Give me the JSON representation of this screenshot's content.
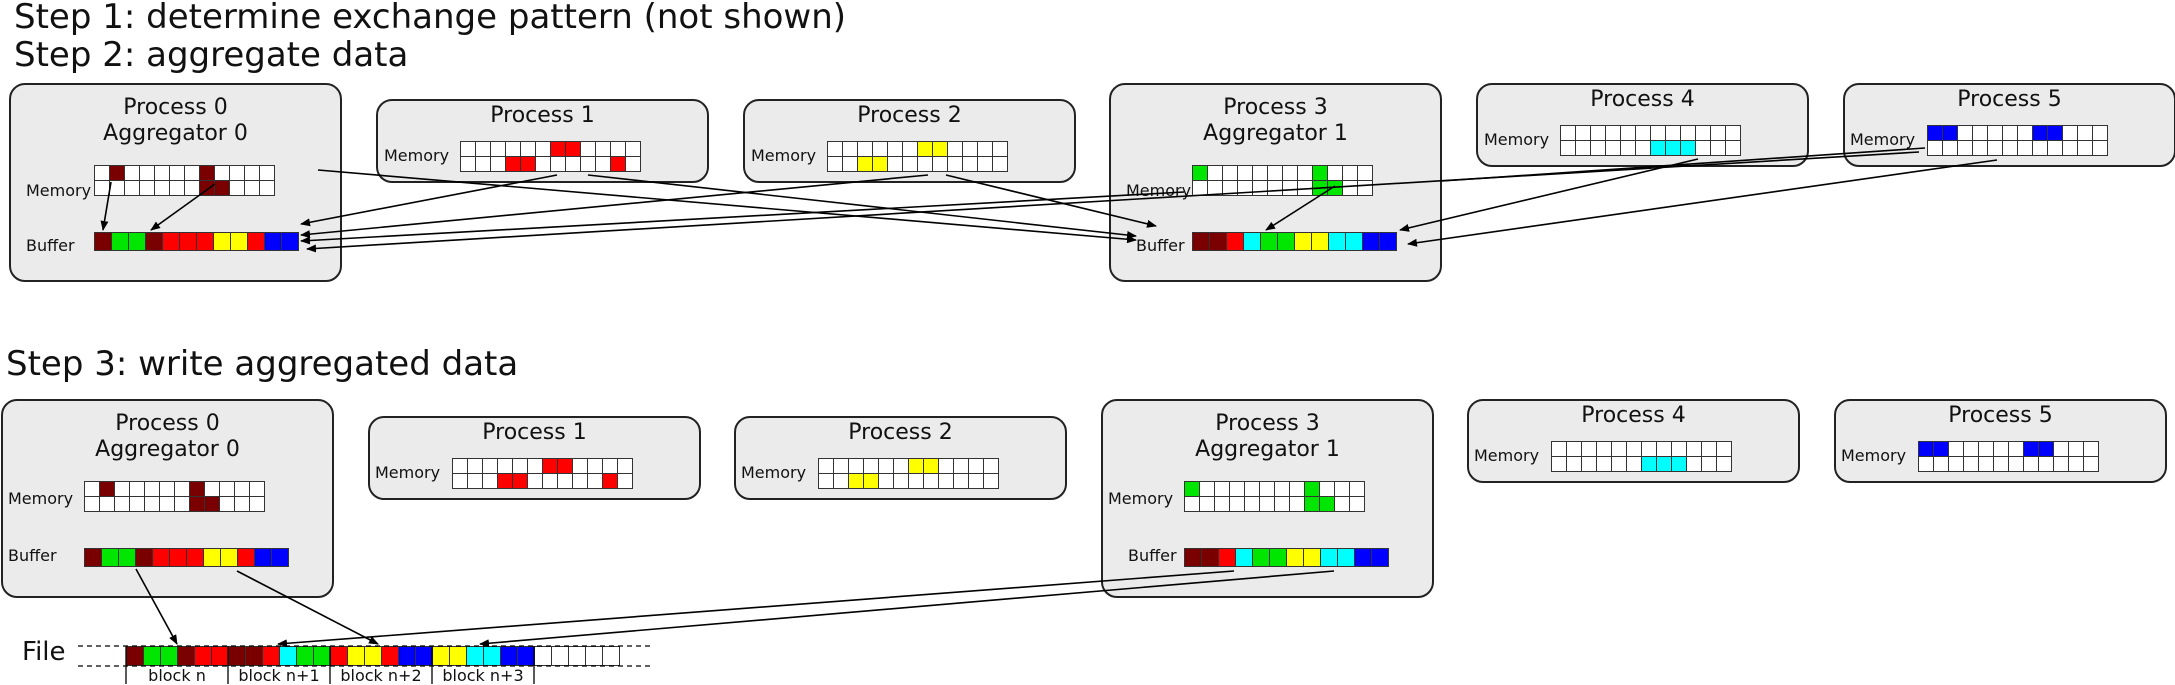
{
  "steps": {
    "step1": "Step 1: determine exchange pattern (not shown)",
    "step2": "Step 2: aggregate data",
    "step3": "Step 3: write aggregated data"
  },
  "labels": {
    "memory": "Memory",
    "buffer": "Buffer",
    "file": "File"
  },
  "colors": {
    "D": "#7a0000",
    "R": "#ff0000",
    "G": "#00e600",
    "Y": "#ffff00",
    "C": "#00ffff",
    "B": "#0000ff",
    "W": "#ffffff"
  },
  "processes": [
    {
      "title": "Process 0",
      "subtitle": "Aggregator 0",
      "mem": [
        "WDWWWWWDWWWW",
        "WWWWWWWDDWWW"
      ],
      "buf": "DGGDRRRYYRBB"
    },
    {
      "title": "Process 1",
      "subtitle": "",
      "mem": [
        "WWWWWWRRWWWW",
        "WWWRRWWWWWRW"
      ]
    },
    {
      "title": "Process 2",
      "subtitle": "",
      "mem": [
        "WWWWWWYYWWWW",
        "WWYYWWWWWWWW"
      ]
    },
    {
      "title": "Process 3",
      "subtitle": "Aggregator 1",
      "mem": [
        "GWWWWWWWGWWW",
        "WWWWWWWWGGWW"
      ],
      "buf": "DDRCGGYYCCBB"
    },
    {
      "title": "Process 4",
      "subtitle": "",
      "mem": [
        "WWWWWWWWWWWW",
        "WWWWWWCCCWWW"
      ]
    },
    {
      "title": "Process 5",
      "subtitle": "",
      "mem": [
        "BBWWWWWBBWWW",
        "WWWWWWWWWWWW"
      ]
    }
  ],
  "file": {
    "cells": "DGGDRRDDRCGGRYYRBBYYCCBBWWWWW",
    "blocks": [
      "block n",
      "block n+1",
      "block n+2",
      "block n+3"
    ]
  }
}
